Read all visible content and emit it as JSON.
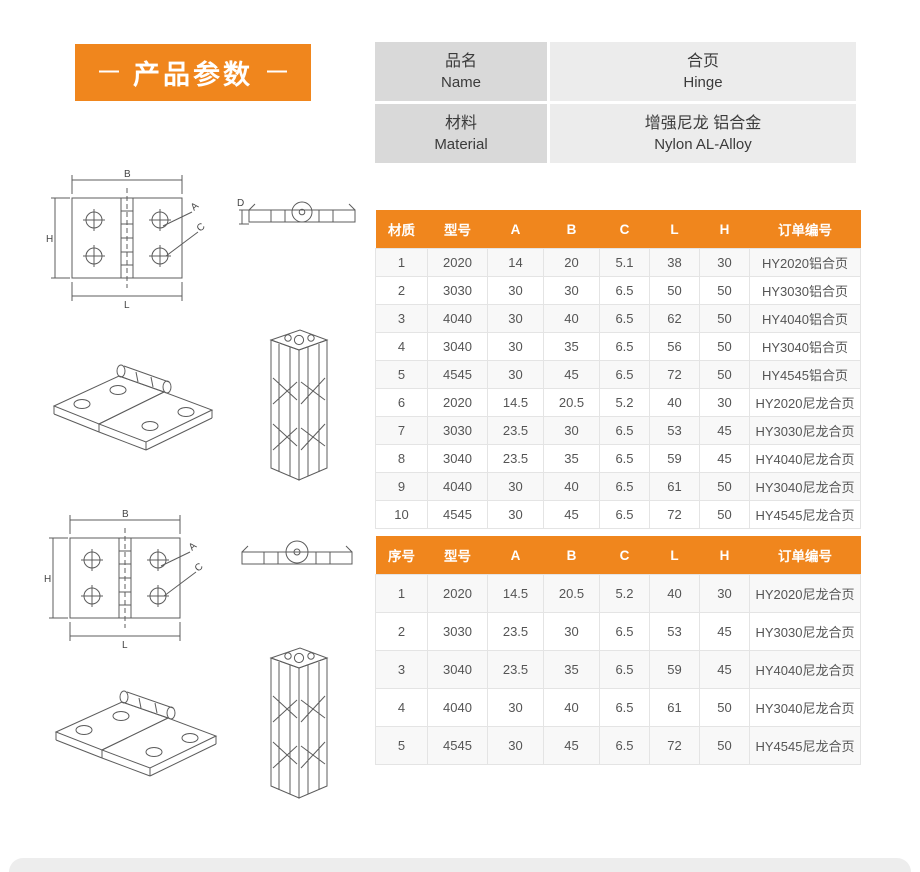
{
  "header": {
    "dash": "—",
    "title": "产品参数"
  },
  "info_table": {
    "rows": [
      {
        "label_zh": "品名",
        "label_en": "Name",
        "value_zh": "合页",
        "value_en": "Hinge"
      },
      {
        "label_zh": "材料",
        "label_en": "Material",
        "value_zh": "增强尼龙  铝合金",
        "value_en": "Nylon  AL-Alloy"
      }
    ]
  },
  "spec_table_top": {
    "headers": [
      "材质",
      "型号",
      "A",
      "B",
      "C",
      "L",
      "H",
      "订单编号"
    ],
    "rows": [
      [
        "1",
        "2020",
        "14",
        "20",
        "5.1",
        "38",
        "30",
        "HY2020铝合页"
      ],
      [
        "2",
        "3030",
        "30",
        "30",
        "6.5",
        "50",
        "50",
        "HY3030铝合页"
      ],
      [
        "3",
        "4040",
        "30",
        "40",
        "6.5",
        "62",
        "50",
        "HY4040铝合页"
      ],
      [
        "4",
        "3040",
        "30",
        "35",
        "6.5",
        "56",
        "50",
        "HY3040铝合页"
      ],
      [
        "5",
        "4545",
        "30",
        "45",
        "6.5",
        "72",
        "50",
        "HY4545铝合页"
      ],
      [
        "6",
        "2020",
        "14.5",
        "20.5",
        "5.2",
        "40",
        "30",
        "HY2020尼龙合页"
      ],
      [
        "7",
        "3030",
        "23.5",
        "30",
        "6.5",
        "53",
        "45",
        "HY3030尼龙合页"
      ],
      [
        "8",
        "3040",
        "23.5",
        "35",
        "6.5",
        "59",
        "45",
        "HY4040尼龙合页"
      ],
      [
        "9",
        "4040",
        "30",
        "40",
        "6.5",
        "61",
        "50",
        "HY3040尼龙合页"
      ],
      [
        "10",
        "4545",
        "30",
        "45",
        "6.5",
        "72",
        "50",
        "HY4545尼龙合页"
      ]
    ]
  },
  "spec_table_bottom": {
    "headers": [
      "序号",
      "型号",
      "A",
      "B",
      "C",
      "L",
      "H",
      "订单编号"
    ],
    "rows": [
      [
        "1",
        "2020",
        "14.5",
        "20.5",
        "5.2",
        "40",
        "30",
        "HY2020尼龙合页"
      ],
      [
        "2",
        "3030",
        "23.5",
        "30",
        "6.5",
        "53",
        "45",
        "HY3030尼龙合页"
      ],
      [
        "3",
        "3040",
        "23.5",
        "35",
        "6.5",
        "59",
        "45",
        "HY4040尼龙合页"
      ],
      [
        "4",
        "4040",
        "30",
        "40",
        "6.5",
        "61",
        "50",
        "HY3040尼龙合页"
      ],
      [
        "5",
        "4545",
        "30",
        "45",
        "6.5",
        "72",
        "50",
        "HY4545尼龙合页"
      ]
    ]
  },
  "drawing_labels": {
    "b": "B",
    "h": "H",
    "l": "L",
    "a": "A",
    "c": "C",
    "d": "D"
  },
  "colors": {
    "accent_orange": "#f0861d",
    "info_label_gray": "#d9d9d9",
    "info_value_gray": "#ececec",
    "table_border": "#e4e4e4"
  }
}
